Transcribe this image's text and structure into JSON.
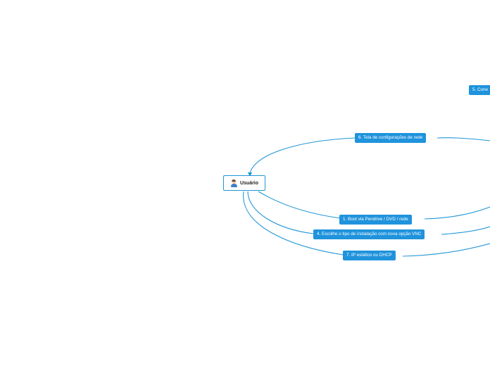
{
  "central": {
    "label": "Usuário",
    "icon": "user-avatar-icon"
  },
  "branches": [
    {
      "id": "step-5",
      "label": "5. Cone"
    },
    {
      "id": "step-6",
      "label": "6. Tela de configurações de rede"
    },
    {
      "id": "step-1",
      "label": "1. Boot via Pendrive / DVD / rede"
    },
    {
      "id": "step-4",
      "label": "4. Escolhe o tipo de instalação com nova opção VNC"
    },
    {
      "id": "step-7",
      "label": "7. IP estático ou DHCP"
    }
  ],
  "colors": {
    "accent": "#1f93dc",
    "link": "#2196d6",
    "node_text": "#ffffff",
    "central_border": "#2196d6"
  }
}
